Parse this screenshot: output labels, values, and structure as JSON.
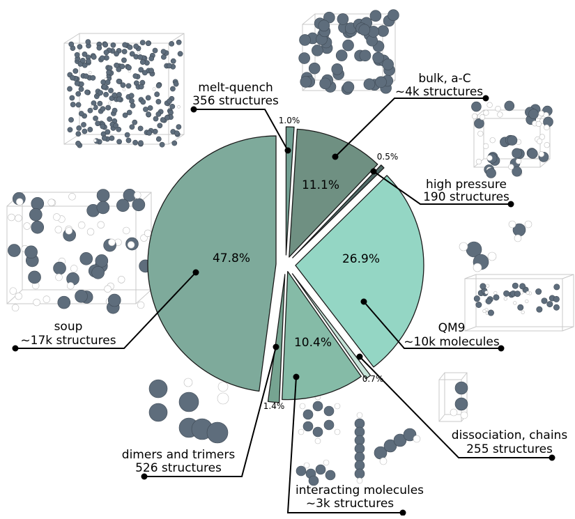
{
  "chart_data": {
    "type": "pie",
    "slices": [
      {
        "key": "melt",
        "label": "melt-quench",
        "count": "356 structures",
        "value": 1.0,
        "pct": "1.0%",
        "color": "#72a093"
      },
      {
        "key": "bulk",
        "label": "bulk, a-C",
        "count": "~4k structures",
        "value": 11.1,
        "pct": "11.1%",
        "color": "#6f9082"
      },
      {
        "key": "hp",
        "label": "high pressure",
        "count": "190 structures",
        "value": 0.5,
        "pct": "0.5%",
        "color": "#4f6a66"
      },
      {
        "key": "qm9",
        "label": "QM9",
        "count": "~10k molecules",
        "value": 26.9,
        "pct": "26.9%",
        "color": "#94d6c4"
      },
      {
        "key": "dissoc",
        "label": "dissociation, chains",
        "count": "255 structures",
        "value": 0.7,
        "pct": "0.7%",
        "color": "#c6e3d8"
      },
      {
        "key": "inter",
        "label": "interacting molecules",
        "count": "~3k structures",
        "value": 10.4,
        "pct": "10.4%",
        "color": "#85bba7"
      },
      {
        "key": "dimers",
        "label": "dimers and trimers",
        "count": "526 structures",
        "value": 1.4,
        "pct": "1.4%",
        "color": "#76a491"
      },
      {
        "key": "soup",
        "label": "soup",
        "count": "~17k structures",
        "value": 47.8,
        "pct": "47.8%",
        "color": "#7eaa9b"
      }
    ]
  }
}
